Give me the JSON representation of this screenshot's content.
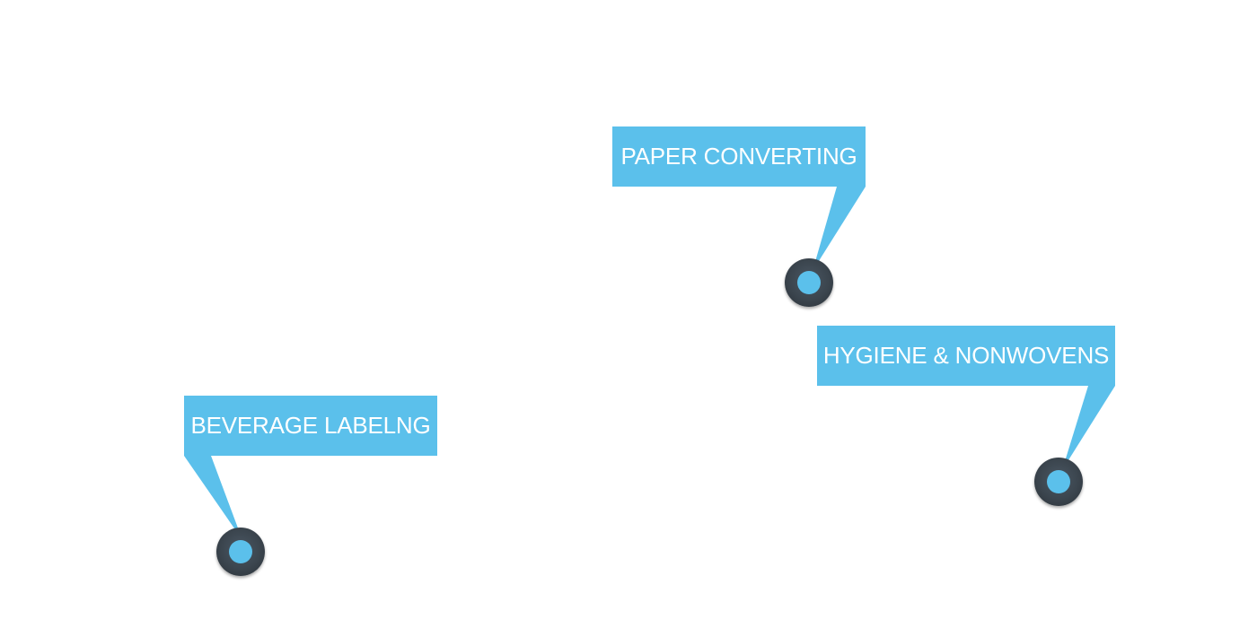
{
  "theme": {
    "accent_color": "#5bc0eb",
    "marker_color": "#3b454e",
    "background": "#ffffff",
    "label_text_color": "#ffffff"
  },
  "hotspots": [
    {
      "id": "paper",
      "label": "PAPER CONVERTING"
    },
    {
      "id": "hygiene",
      "label": "HYGIENE & NONWOVENS"
    },
    {
      "id": "beverage",
      "label": "BEVERAGE LABELNG"
    }
  ]
}
